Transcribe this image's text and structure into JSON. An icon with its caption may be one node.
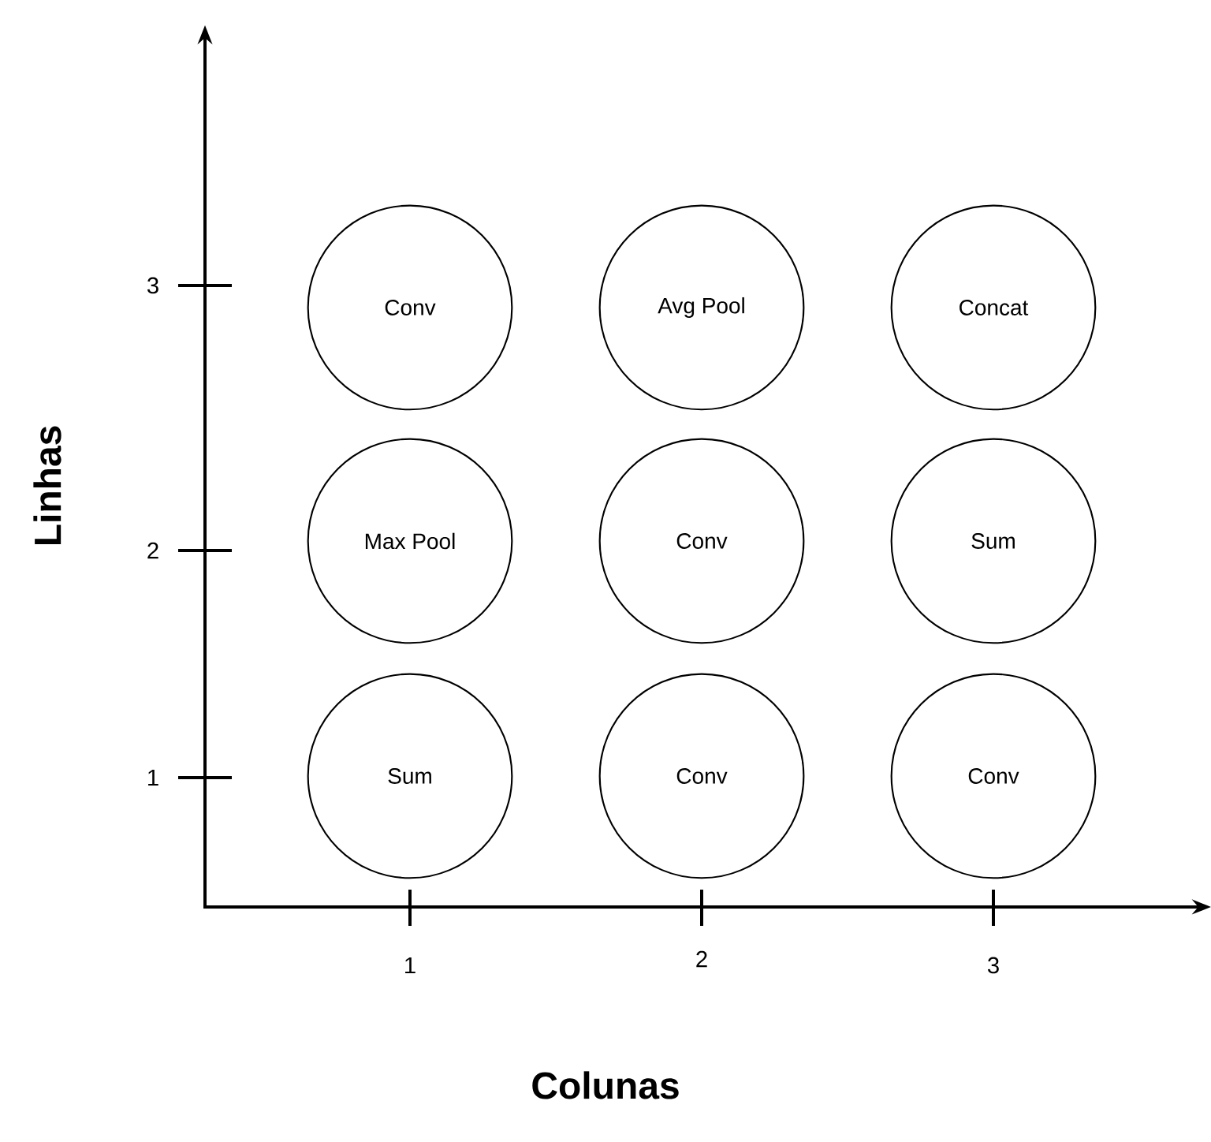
{
  "diagram": {
    "nodes": [
      {
        "text": [
          "Conv"
        ]
      },
      {
        "text": [
          "Avg Pool"
        ]
      },
      {
        "text": [
          "Concat"
        ]
      },
      {
        "text": [
          "Max Pool"
        ]
      },
      {
        "text": [
          "Conv"
        ]
      },
      {
        "text": [
          "Sum"
        ]
      },
      {
        "text": [
          "Sum"
        ]
      },
      {
        "text": [
          "Conv"
        ]
      },
      {
        "text": [
          "Conv"
        ]
      }
    ],
    "labels": [
      "3",
      "Linhas",
      "2",
      "1",
      "1",
      "2",
      "3",
      "Colunas"
    ]
  }
}
